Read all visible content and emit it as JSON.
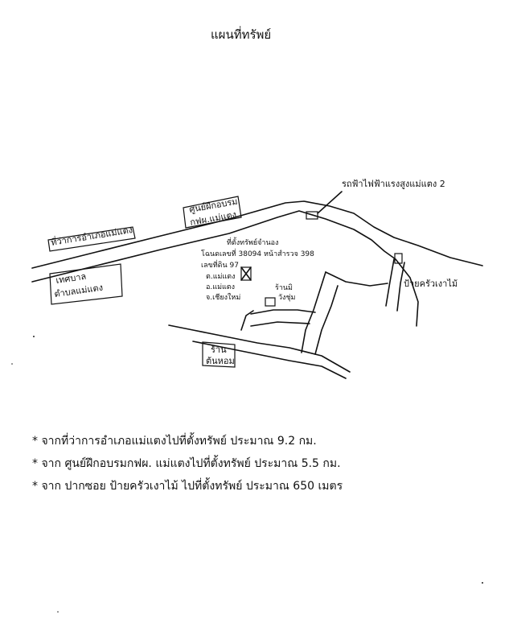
{
  "title": "แผนที่ทรัพย์",
  "landmarks": {
    "district_office": "ที่ว่าการอำเภอแม่แตง",
    "municipality": [
      "เทศบาล",
      "ตำบลแม่แตง"
    ],
    "training_center": [
      "ศูนย์ฝึกอบรม",
      "กฟผ.แม่แตง"
    ],
    "property": [
      "ที่ตั้งทรัพย์จำนอง",
      "โฉนดเลขที่ 38094 หน้าสำรวจ 398",
      "เลขที่ดิน 97",
      "ต.แม่แตง",
      "อ.แม่แตง",
      "จ.เชียงใหม่"
    ],
    "power_station": "รถฟ้าไฟฟ้าแรงสูงแม่แตง 2",
    "village_sign": "ป้ายครัวเงาไม้",
    "shop": [
      "ร้าน",
      "ต้นหอม"
    ],
    "small_shop": [
      "ร้านมิ",
      "วังชุ่ม"
    ]
  },
  "notes": [
    "* จากที่ว่าการอำเภอแม่แตงไปที่ตั้งทรัพย์ ประมาณ 9.2 กม.",
    "* จาก ศูนย์ฝึกอบรมกฟผ. แม่แตงไปที่ตั้งทรัพย์ ประมาณ 5.5 กม.",
    "* จาก ปากซอย ป้ายครัวเงาไม้ ไปที่ตั้งทรัพย์ ประมาณ 650 เมตร"
  ]
}
